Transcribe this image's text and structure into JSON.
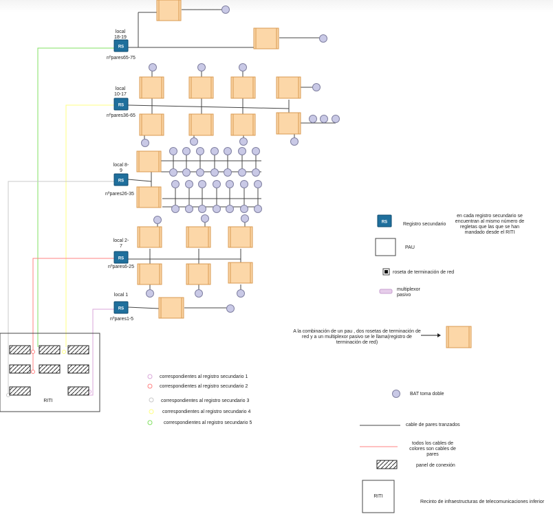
{
  "colors": {
    "pau_fill": "#fcd7a8",
    "pau_border": "#d99a50",
    "bat_fill": "#c9c9e6",
    "bat_border": "#7f7fa0",
    "rs_fill": "#1f6f9c",
    "cable": "#444444",
    "red": "#ff8080",
    "purple": "#d9a6d9",
    "gray": "#c8c8c8",
    "yellow": "#ffff80",
    "green": "#80e060",
    "mux": "#e6cdea"
  },
  "rs_label": "RS",
  "floors": [
    {
      "local": "local\n18-19",
      "pares": "nºpares65-75"
    },
    {
      "local": "local\n10-17",
      "pares": "nºpares36-65"
    },
    {
      "local": "local 8-\n9",
      "pares": "nºpares26-35"
    },
    {
      "local": "local 2-\n7",
      "pares": "nºpares6-25"
    },
    {
      "local": "local 1",
      "pares": "nºpares1-5"
    }
  ],
  "riti": {
    "label": "RITI"
  },
  "cable_legend": [
    {
      "text": "correspondientes al registro secundario 1",
      "color": "#d9a6d9"
    },
    {
      "text": "correspondientes al registro secundario 2",
      "color": "#ff8080"
    },
    {
      "text": "correspondientes al registro secundario 3",
      "color": "#c8c8c8"
    },
    {
      "text": "correspondientes al registro secundario 4",
      "color": "#ffff80"
    },
    {
      "text": "correspondientes al registro secundario 5",
      "color": "#80e060"
    }
  ],
  "legend": {
    "rs": "Registro secundario",
    "rs_note": "en cada registro secundario se encuentran al mismo número de  regletas que las que se han mandado desde el RITI",
    "pau": "PAU",
    "roseta": "roseta de terminación de red",
    "mux": "multiplexor pasivo",
    "combo_note": "A la combinación de un pau , dos rosetas de terminación de red y a un multiplexor pasivo se le llama(registro de terminación de red)",
    "bat": "BAT toma doble",
    "cable": "cable de pares tranzados",
    "colored": "todos los cables de colores son cables de pares",
    "panel": "panel de conexión",
    "riti_box": "RITI",
    "riti_desc": "Recinto de infraestructuras de telecomunicaciones inferior"
  }
}
